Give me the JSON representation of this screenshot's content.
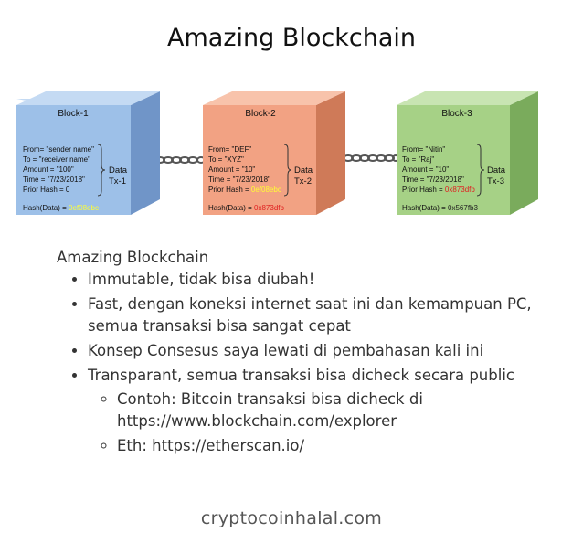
{
  "title": "Amazing Blockchain",
  "blocks": [
    {
      "name": "Block-1",
      "lines": [
        "From= \"sender name\"",
        "To = \"receiver name\"",
        "Amount = \"100\"",
        "Time = \"7/23/2018\"",
        "Prior Hash = 0"
      ],
      "data_label": "Data",
      "tx_label": "Tx-1",
      "hash_label": "Hash(Data) = ",
      "hash_value": "0ef08ebc",
      "front_color": "#9dc0e8",
      "side_color": "#7095c8",
      "top_color": "#c4daf3",
      "hash_color": "#ffff33"
    },
    {
      "name": "Block-2",
      "lines": [
        "From= \"DEF\"",
        "To = \"XYZ\"",
        "Amount = \"10\"",
        "Time = \"7/23/2018\""
      ],
      "prior_label": "Prior Hash = ",
      "prior_value": "0ef08ebc",
      "prior_color": "#ffff33",
      "data_label": "Data",
      "tx_label": "Tx-2",
      "hash_label": "Hash(Data) = ",
      "hash_value": "0x873dfb",
      "front_color": "#f2a283",
      "side_color": "#cf7a58",
      "top_color": "#f8c3ab",
      "hash_color": "#e02020"
    },
    {
      "name": "Block-3",
      "lines": [
        "From= \"Nitin\"",
        "To = \"Raj\"",
        "Amount = \"10\"",
        "Time = \"7/23/2018\""
      ],
      "prior_label": "Prior Hash = ",
      "prior_value": "0x873dfb",
      "prior_color": "#e02020",
      "data_label": "Data",
      "tx_label": "Tx-3",
      "hash_label": "Hash(Data) = ",
      "hash_value": "0x567fb3",
      "front_color": "#a6d186",
      "side_color": "#7aab5c",
      "top_color": "#c8e4b2",
      "hash_color": "#222222"
    }
  ],
  "bullets": {
    "heading": "Amazing Blockchain",
    "items": [
      "Immutable, tidak bisa diubah!",
      "Fast, dengan koneksi internet saat ini dan kemampuan PC, semua transaksi bisa sangat cepat",
      "Konsep Consesus saya lewati di pembahasan kali ini",
      "Transparant, semua transaksi bisa dicheck secara public"
    ],
    "subitems": [
      "Contoh: Bitcoin transaksi bisa dicheck di https://www.blockchain.com/explorer",
      "Eth: https://etherscan.io/"
    ]
  },
  "watermark": "cryptocoinhalal.com"
}
